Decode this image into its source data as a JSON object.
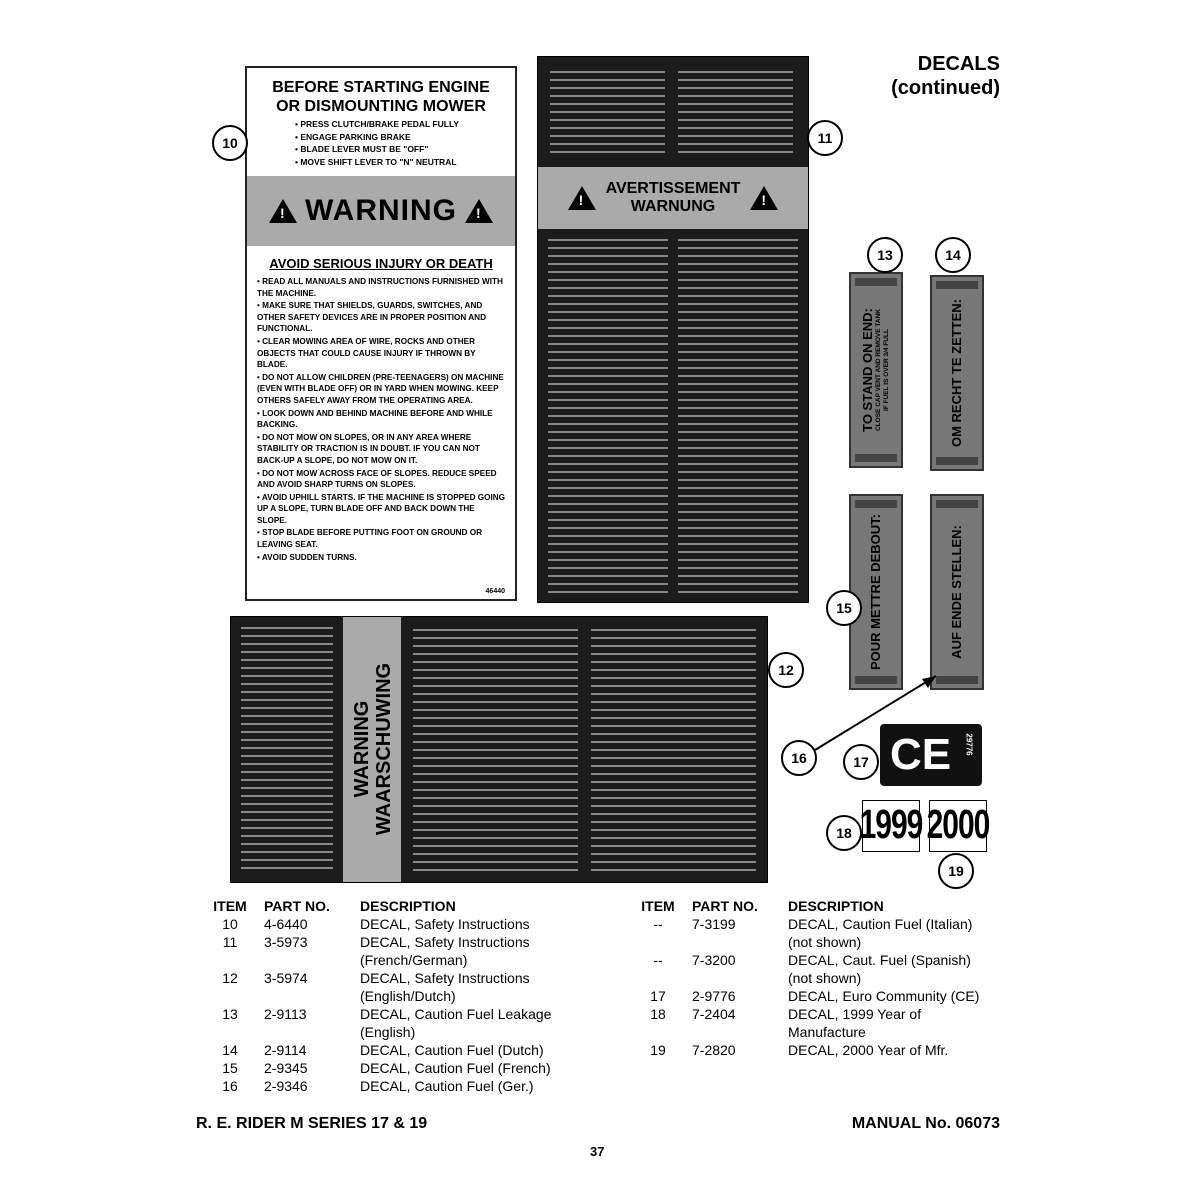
{
  "heading": {
    "line1": "DECALS",
    "line2": "(continued)"
  },
  "callouts": [
    "10",
    "11",
    "12",
    "13",
    "14",
    "15",
    "16",
    "17",
    "18",
    "19"
  ],
  "decal10": {
    "title_line1": "BEFORE STARTING ENGINE",
    "title_line2": "OR DISMOUNTING MOWER",
    "steps": [
      "• PRESS CLUTCH/BRAKE PEDAL FULLY",
      "• ENGAGE PARKING BRAKE",
      "• BLADE LEVER MUST BE \"OFF\"",
      "• MOVE SHIFT LEVER TO \"N\" NEUTRAL"
    ],
    "warning": "WARNING",
    "avoid": "AVOID SERIOUS INJURY OR DEATH",
    "rules": [
      "• READ ALL MANUALS AND INSTRUCTIONS FURNISHED WITH THE MACHINE.",
      "• MAKE SURE THAT SHIELDS, GUARDS, SWITCHES, AND OTHER SAFETY DEVICES ARE IN PROPER POSITION AND FUNCTIONAL.",
      "• CLEAR MOWING AREA OF WIRE, ROCKS AND OTHER OBJECTS THAT COULD CAUSE INJURY IF THROWN BY BLADE.",
      "• DO NOT ALLOW CHILDREN (PRE-TEENAGERS) ON MACHINE (EVEN WITH BLADE OFF) OR IN YARD WHEN MOWING. KEEP OTHERS SAFELY AWAY FROM THE OPERATING AREA.",
      "• LOOK DOWN AND BEHIND MACHINE BEFORE AND WHILE BACKING.",
      "• DO NOT MOW ON SLOPES, OR IN ANY AREA WHERE STABILITY OR TRACTION IS IN DOUBT. IF YOU CAN NOT BACK-UP A SLOPE, DO NOT MOW ON IT.",
      "• DO NOT MOW ACROSS FACE OF SLOPES. REDUCE SPEED AND AVOID SHARP TURNS ON SLOPES.",
      "• AVOID UPHILL STARTS. IF THE MACHINE IS STOPPED GOING UP A SLOPE, TURN BLADE OFF AND BACK DOWN THE SLOPE.",
      "• STOP BLADE BEFORE PUTTING FOOT ON GROUND OR LEAVING SEAT.",
      "• AVOID SUDDEN TURNS."
    ],
    "code": "46440"
  },
  "decal11": {
    "line1": "AVERTISSEMENT",
    "line2": "WARNUNG"
  },
  "decal12": {
    "line1": "WARNING",
    "line2": "WAARSCHUWING"
  },
  "decal13": {
    "main": "TO STAND ON END:",
    "sub1": "CLOSE CAP VENT AND REMOVE TANK",
    "sub2": "IF FUEL IS OVER 3/4 FULL"
  },
  "decal14": {
    "main": "OM RECHT TE ZETTEN:"
  },
  "decal15": {
    "main": "POUR METTRE DEBOUT:"
  },
  "decal16": {
    "main": "AUF ENDE STELLEN:"
  },
  "decal17": {
    "logo": "CE",
    "code": "29776"
  },
  "decal18": {
    "year": "1999"
  },
  "decal19": {
    "year": "2000"
  },
  "table": {
    "headers": [
      "ITEM",
      "PART NO.",
      "DESCRIPTION"
    ],
    "left": [
      {
        "item": "10",
        "part": "4-6440",
        "desc": [
          "DECAL, Safety Instructions"
        ]
      },
      {
        "item": "11",
        "part": "3-5973",
        "desc": [
          "DECAL, Safety Instructions",
          "(French/German)"
        ]
      },
      {
        "item": "12",
        "part": "3-5974",
        "desc": [
          "DECAL, Safety Instructions",
          "(English/Dutch)"
        ]
      },
      {
        "item": "13",
        "part": "2-9113",
        "desc": [
          "DECAL, Caution Fuel Leakage",
          "(English)"
        ]
      },
      {
        "item": "14",
        "part": "2-9114",
        "desc": [
          "DECAL, Caution Fuel (Dutch)"
        ]
      },
      {
        "item": "15",
        "part": "2-9345",
        "desc": [
          "DECAL, Caution Fuel (French)"
        ]
      },
      {
        "item": "16",
        "part": "2-9346",
        "desc": [
          "DECAL, Caution Fuel (Ger.)"
        ]
      }
    ],
    "right": [
      {
        "item": "--",
        "part": "7-3199",
        "desc": [
          "DECAL, Caution Fuel (Italian)",
          "(not shown)"
        ]
      },
      {
        "item": "--",
        "part": "7-3200",
        "desc": [
          "DECAL, Caut. Fuel (Spanish)",
          "(not shown)"
        ]
      },
      {
        "item": "17",
        "part": "2-9776",
        "desc": [
          "DECAL, Euro Community (CE)"
        ]
      },
      {
        "item": "18",
        "part": "7-2404",
        "desc": [
          "DECAL, 1999 Year of",
          "Manufacture"
        ]
      },
      {
        "item": "19",
        "part": "7-2820",
        "desc": [
          "DECAL, 2000 Year of Mfr."
        ]
      }
    ]
  },
  "footer": {
    "left": "R. E. RIDER M SERIES 17 & 19",
    "right": "MANUAL No. 06073",
    "page": "37"
  }
}
